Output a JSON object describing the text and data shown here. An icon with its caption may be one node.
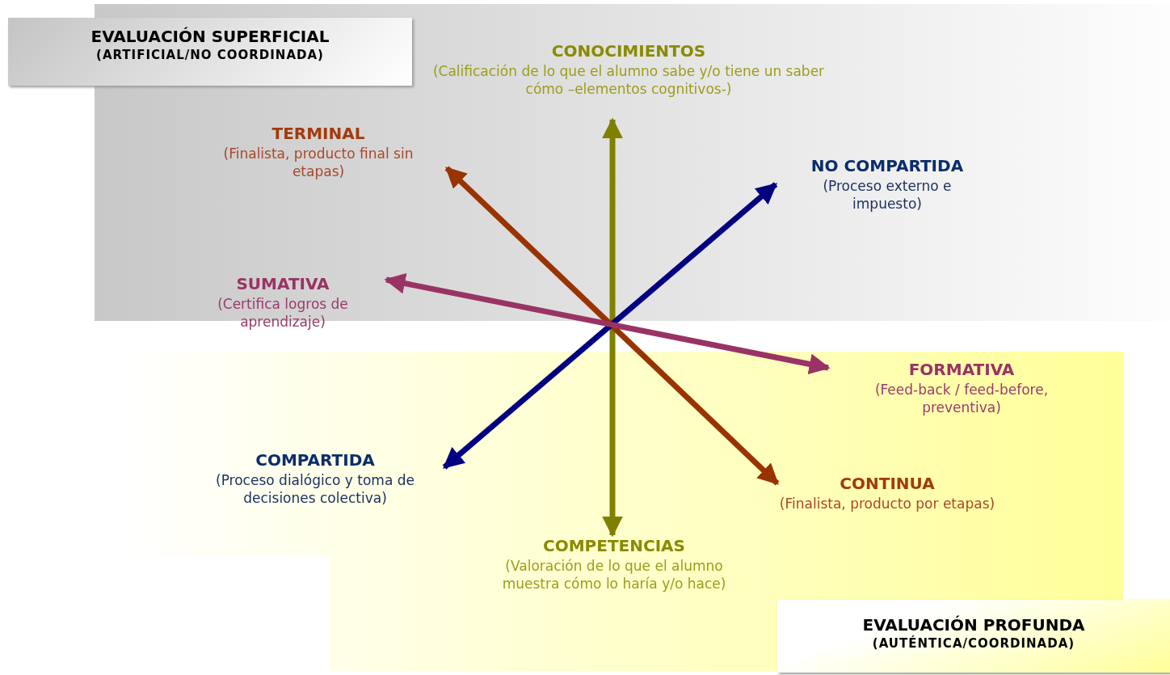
{
  "diagram": {
    "nodes": [
      {
        "text": [
          "EVALUACIÓN SUPERFICIAL",
          "(ARTIFICIAL/NO COORDINADA)"
        ]
      },
      {
        "text": [
          "CONOCIMIENTOS",
          "(Calificación de lo que el alumno sabe y/o tiene un saber cómo –elementos cognitivos-)"
        ]
      },
      {
        "text": [
          "TERMINAL",
          "(Finalista, producto final sin etapas)"
        ]
      },
      {
        "text": [
          "NO COMPARTIDA",
          "(Proceso externo e impuesto)"
        ]
      },
      {
        "text": [
          "SUMATIVA",
          "(Certifica logros de aprendizaje)"
        ]
      },
      {
        "text": [
          "FORMATIVA",
          "(Feed-back / feed-before, preventiva)"
        ]
      },
      {
        "text": [
          "COMPARTIDA",
          "(Proceso dialógico y toma de decisiones colectiva)"
        ]
      },
      {
        "text": [
          "CONTINUA",
          "(Finalista, producto por etapas)"
        ]
      },
      {
        "text": [
          "COMPETENCIAS",
          "(Valoración de lo que el alumno muestra cómo lo haría y/o hace)"
        ]
      },
      {
        "text": [
          "EVALUACIÓN PROFUNDA",
          "(AUTÉNTICA/COORDINADA)"
        ]
      }
    ],
    "edges": [
      {
        "from": 1,
        "to": 8,
        "arrow": "both",
        "color": "#808000"
      },
      {
        "from": 2,
        "to": 7,
        "arrow": "both",
        "color": "#993300"
      },
      {
        "from": 3,
        "to": 6,
        "arrow": "both",
        "color": "#000080"
      },
      {
        "from": 4,
        "to": 5,
        "arrow": "both",
        "color": "#993366"
      }
    ]
  }
}
